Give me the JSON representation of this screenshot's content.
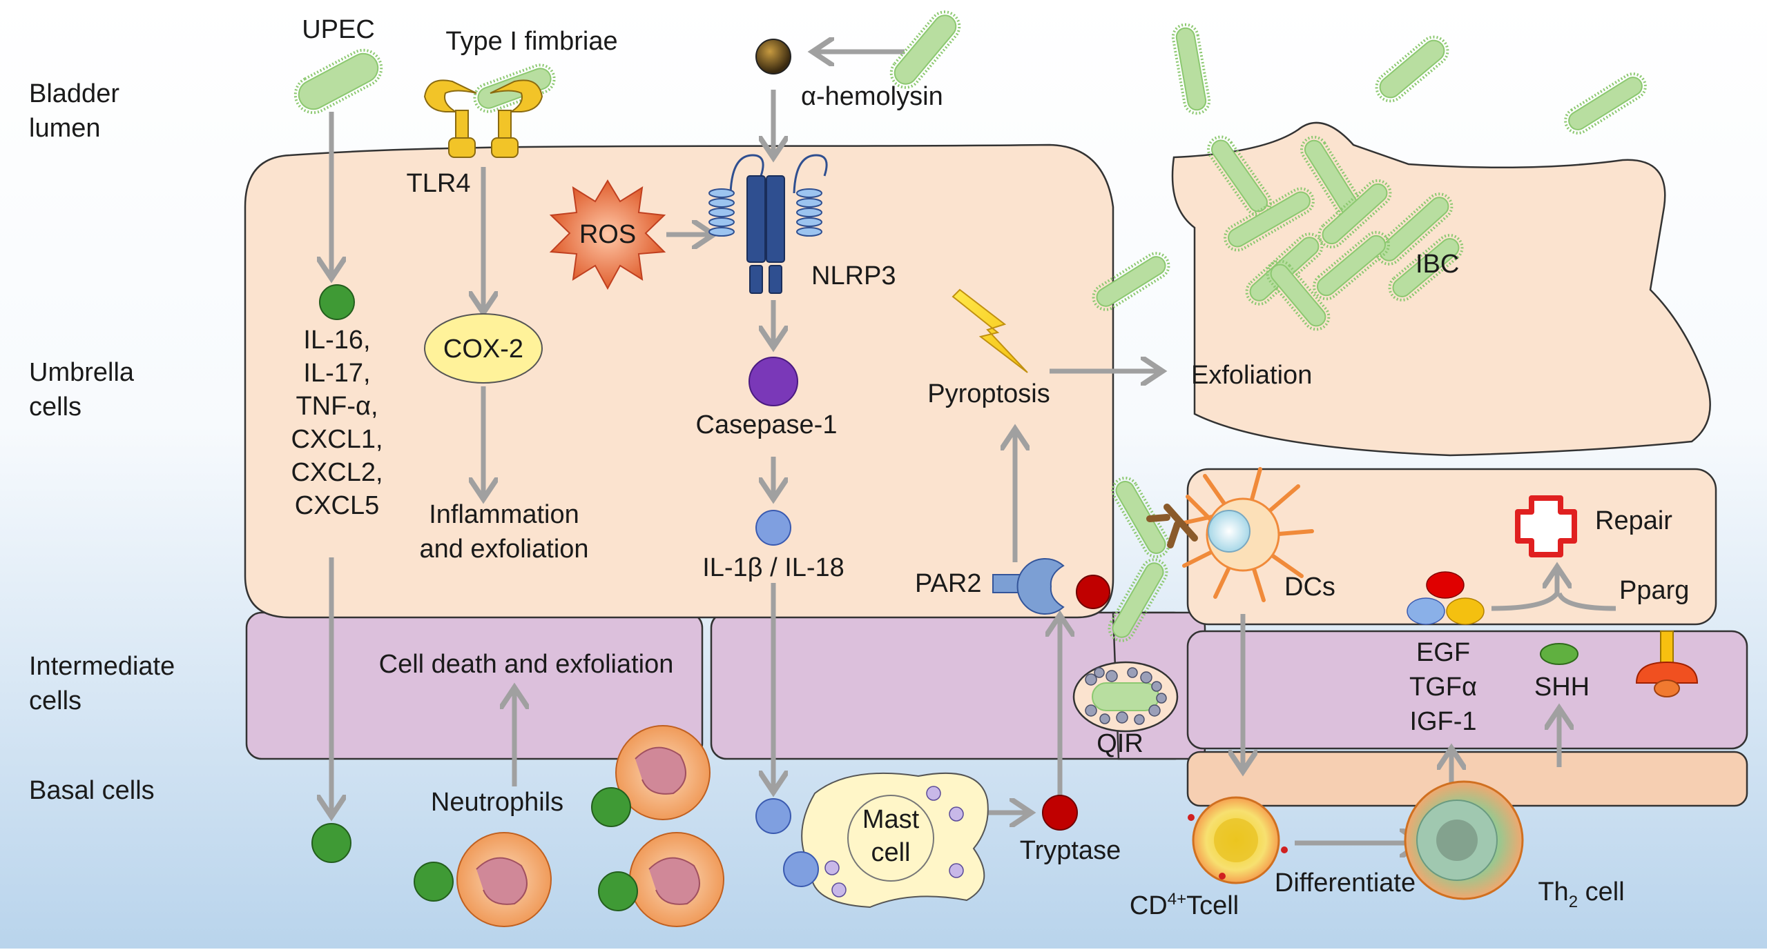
{
  "layer_labels": {
    "bladder_lumen": [
      "Bladder",
      "lumen"
    ],
    "umbrella_cells": [
      "Umbrella",
      "cells"
    ],
    "intermediate_cells": [
      "Intermediate",
      "cells"
    ],
    "basal_cells": "Basal cells"
  },
  "labels": {
    "upec": "UPEC",
    "type1_fimbriae": "Type I fimbriae",
    "alpha_hemolysin": "α-hemolysin",
    "tlr4": "TLR4",
    "ros": "ROS",
    "nlrp3": "NLRP3",
    "ibc": "IBC",
    "cytokines": [
      "IL-16,",
      "IL-17,",
      "TNF-α,",
      "CXCL1,",
      "CXCL2,",
      "CXCL5"
    ],
    "cox2": "COX-2",
    "casepase1": "Casepase-1",
    "pyroptosis": "Pyroptosis",
    "exfoliation": "Exfoliation",
    "inflammation": [
      "Inflammation",
      "and exfoliation"
    ],
    "il1b_il18": "IL-1β / IL-18",
    "par2": "PAR2",
    "repair": "Repair",
    "dcs": "DCs",
    "pparg": "Pparg",
    "cell_death": "Cell death and exfoliation",
    "qir": "QIR",
    "growth_factors": [
      "EGF",
      "TGFα",
      "IGF-1"
    ],
    "shh": "SHH",
    "neutrophils": "Neutrophils",
    "mast_cell": [
      "Mast",
      "cell"
    ],
    "tryptase": "Tryptase",
    "cd4_tcell": {
      "pre": "CD",
      "sup": "4+",
      "post": "Tcell"
    },
    "differentiate": "Differentiate",
    "th2_cell": {
      "pre": "Th",
      "sub": "2",
      "post": " cell"
    }
  },
  "colors": {
    "umbrella_fill": "#fbe3cf",
    "intermediate_fill": "#dcc0dc",
    "basal_fill": "#f6cfb2",
    "bacteria_fill": "#b8dea0",
    "bacteria_pili": "#8cc870",
    "arrow": "#a0a0a0",
    "cytokine_green": "#3f9a35",
    "caspase_purple": "#7a38b8",
    "il1b_blue": "#7f9fe0",
    "cox2_yellow": "#fff29a",
    "ros_orange": "#f08050",
    "nlrp3_blue": "#2f4f90",
    "tlr4_gold": "#f0c020",
    "tryptase_red": "#c00000",
    "repair_red": "#e02020"
  }
}
